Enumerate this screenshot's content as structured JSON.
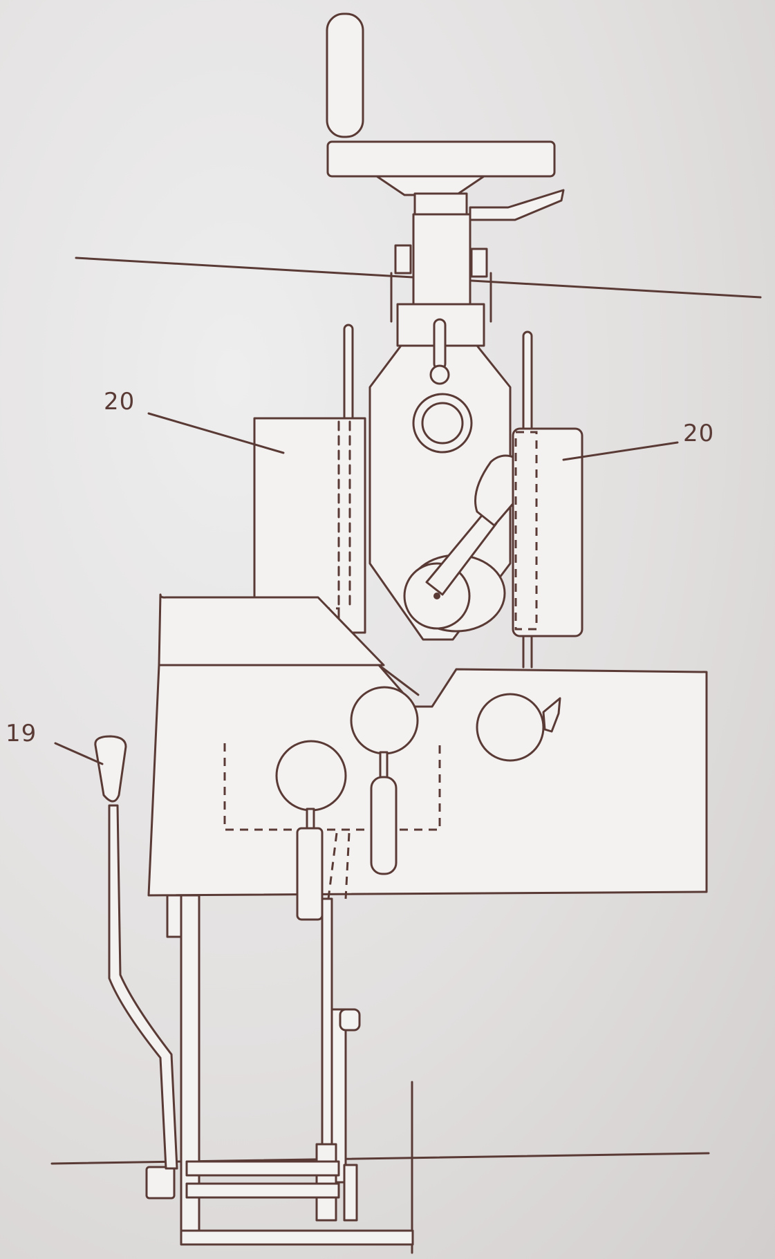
{
  "labels": {
    "left_20": "20",
    "right_20": "20",
    "lever_19": "19"
  }
}
